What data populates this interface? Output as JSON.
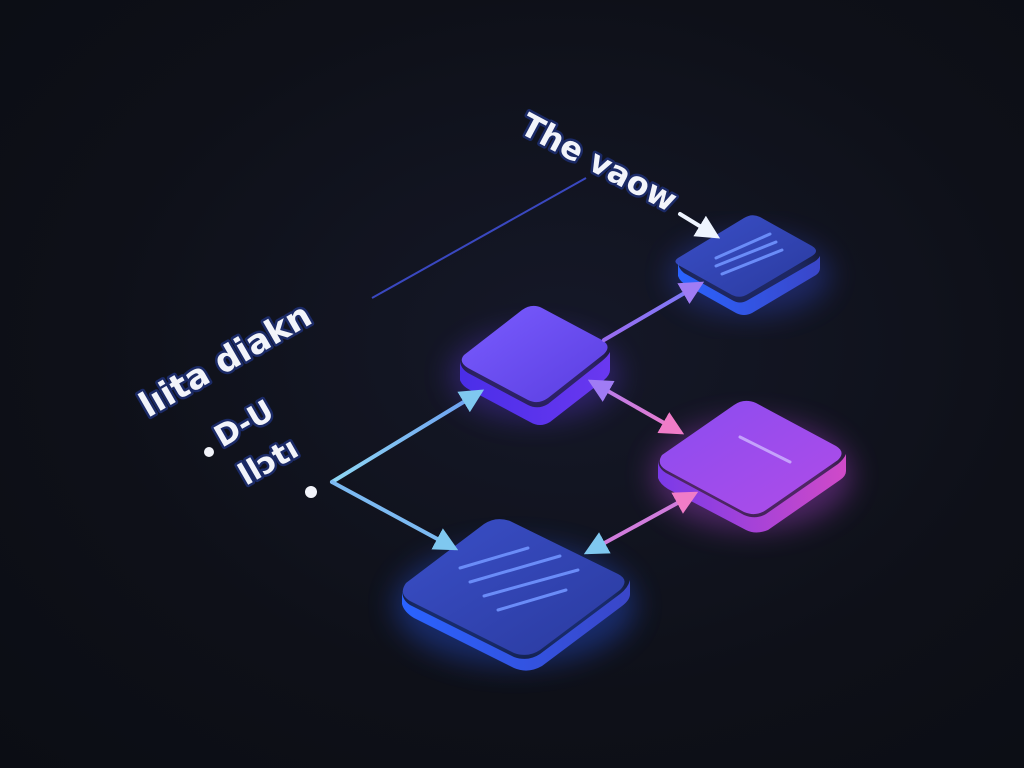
{
  "labels": {
    "top_label": "The vaow",
    "main_label": "lıita diakn",
    "sub_label_1": "D-U",
    "sub_label_2": "llɔtı"
  },
  "colors": {
    "background": "#0e1018",
    "node_blue": "#3b55d6",
    "node_indigo": "#6a4cf0",
    "node_violet": "#a04be8",
    "arrow_cyan": "#7fc8f0",
    "arrow_purple": "#b07cf0",
    "arrow_pink": "#f07cc8"
  }
}
